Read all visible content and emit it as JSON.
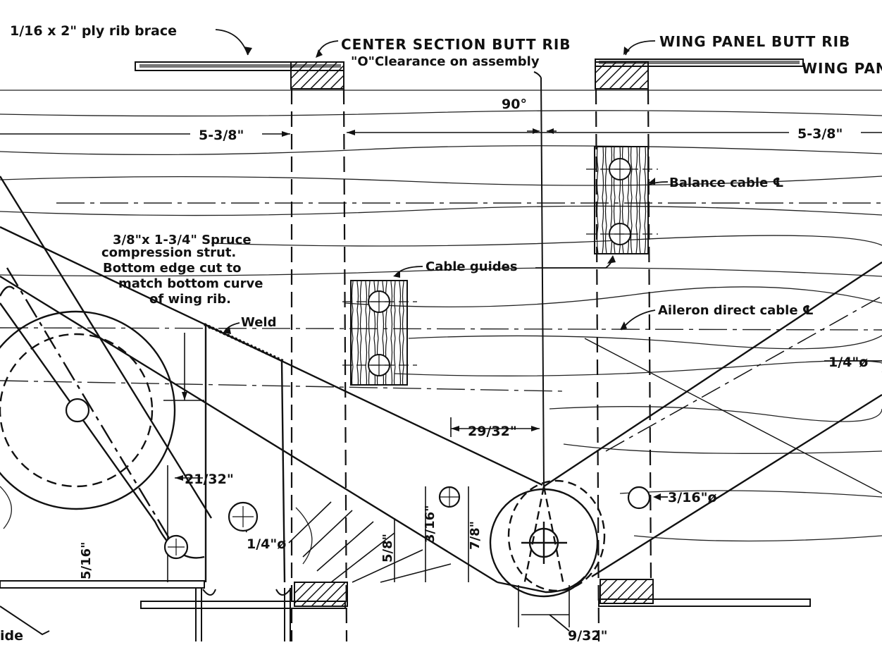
{
  "drawing": {
    "labels": {
      "ply_rib_brace": "1/16 x 2\" ply rib brace",
      "center_section_butt_rib": "CENTER SECTION BUTT RIB",
      "zero_clearance": "\"O\"Clearance on assembly",
      "wing_panel_butt_rib": "WING PANEL BUTT RIB",
      "wing_pan": "WING PAN",
      "angle_90": "90°",
      "dim_5_3_8_left": "5-3/8\"",
      "dim_5_3_8_right": "5-3/8\"",
      "balance_cable": "Balance cable ℄",
      "strut_line1": "3/8\"x 1-3/4\" Spruce",
      "strut_line2": "compression strut.",
      "strut_line3": "Bottom edge cut to",
      "strut_line4": "match bottom curve",
      "strut_line5": "of wing rib.",
      "cable_guides": "Cable guides",
      "aileron_direct_cable": "Aileron direct cable ℄",
      "weld": "Weld",
      "dia_1_4_right": "1/4\"ø",
      "dim_29_32": "29/32\"",
      "dim_21_32": "21/32\"",
      "dim_3_16_dia": "3/16\"ø",
      "dim_1_4_dia": "1/4\"ø",
      "dim_3_16_v": "3/16\"",
      "dim_7_8": "7/8\"",
      "dim_5_8": "5/8\"",
      "dim_5_16": "5/16\"",
      "dim_9_32": "9/32\"",
      "side_fragment": "ide"
    }
  }
}
